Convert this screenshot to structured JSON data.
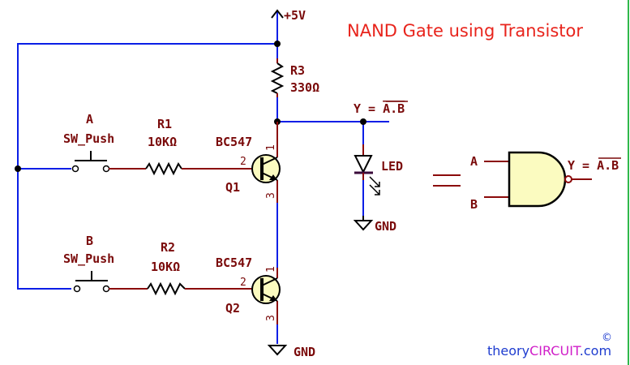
{
  "title": "NAND Gate using Transistor",
  "supply_label": "+5V",
  "ground_label": "GND",
  "output_label": "Y = ",
  "output_expr": "A.B",
  "led_label": "LED",
  "r3": {
    "name": "R3",
    "value": "330Ω"
  },
  "r1": {
    "name": "R1",
    "value": "10KΩ"
  },
  "r2": {
    "name": "R2",
    "value": "10KΩ"
  },
  "sw_a": {
    "name": "A",
    "part": "SW_Push"
  },
  "sw_b": {
    "name": "B",
    "part": "SW_Push"
  },
  "q1": {
    "name": "Q1",
    "part": "BC547",
    "pins": [
      "1",
      "2",
      "3"
    ]
  },
  "q2": {
    "name": "Q2",
    "part": "BC547",
    "pins": [
      "1",
      "2",
      "3"
    ]
  },
  "gate": {
    "input_a": "A",
    "input_b": "B",
    "output_label": "Y = ",
    "output_expr": "A.B"
  },
  "brand": {
    "part1": "theory",
    "part2": "CIRCUIT",
    "part3": ".com",
    "copyright": "©"
  },
  "colors": {
    "wire": "#0a1ee6",
    "component": "#8b0a0a",
    "transistor_fill": "#fbfbc0",
    "title": "#e8241c",
    "brand_blue": "#1e3ccf",
    "brand_magenta": "#d01ec8"
  }
}
